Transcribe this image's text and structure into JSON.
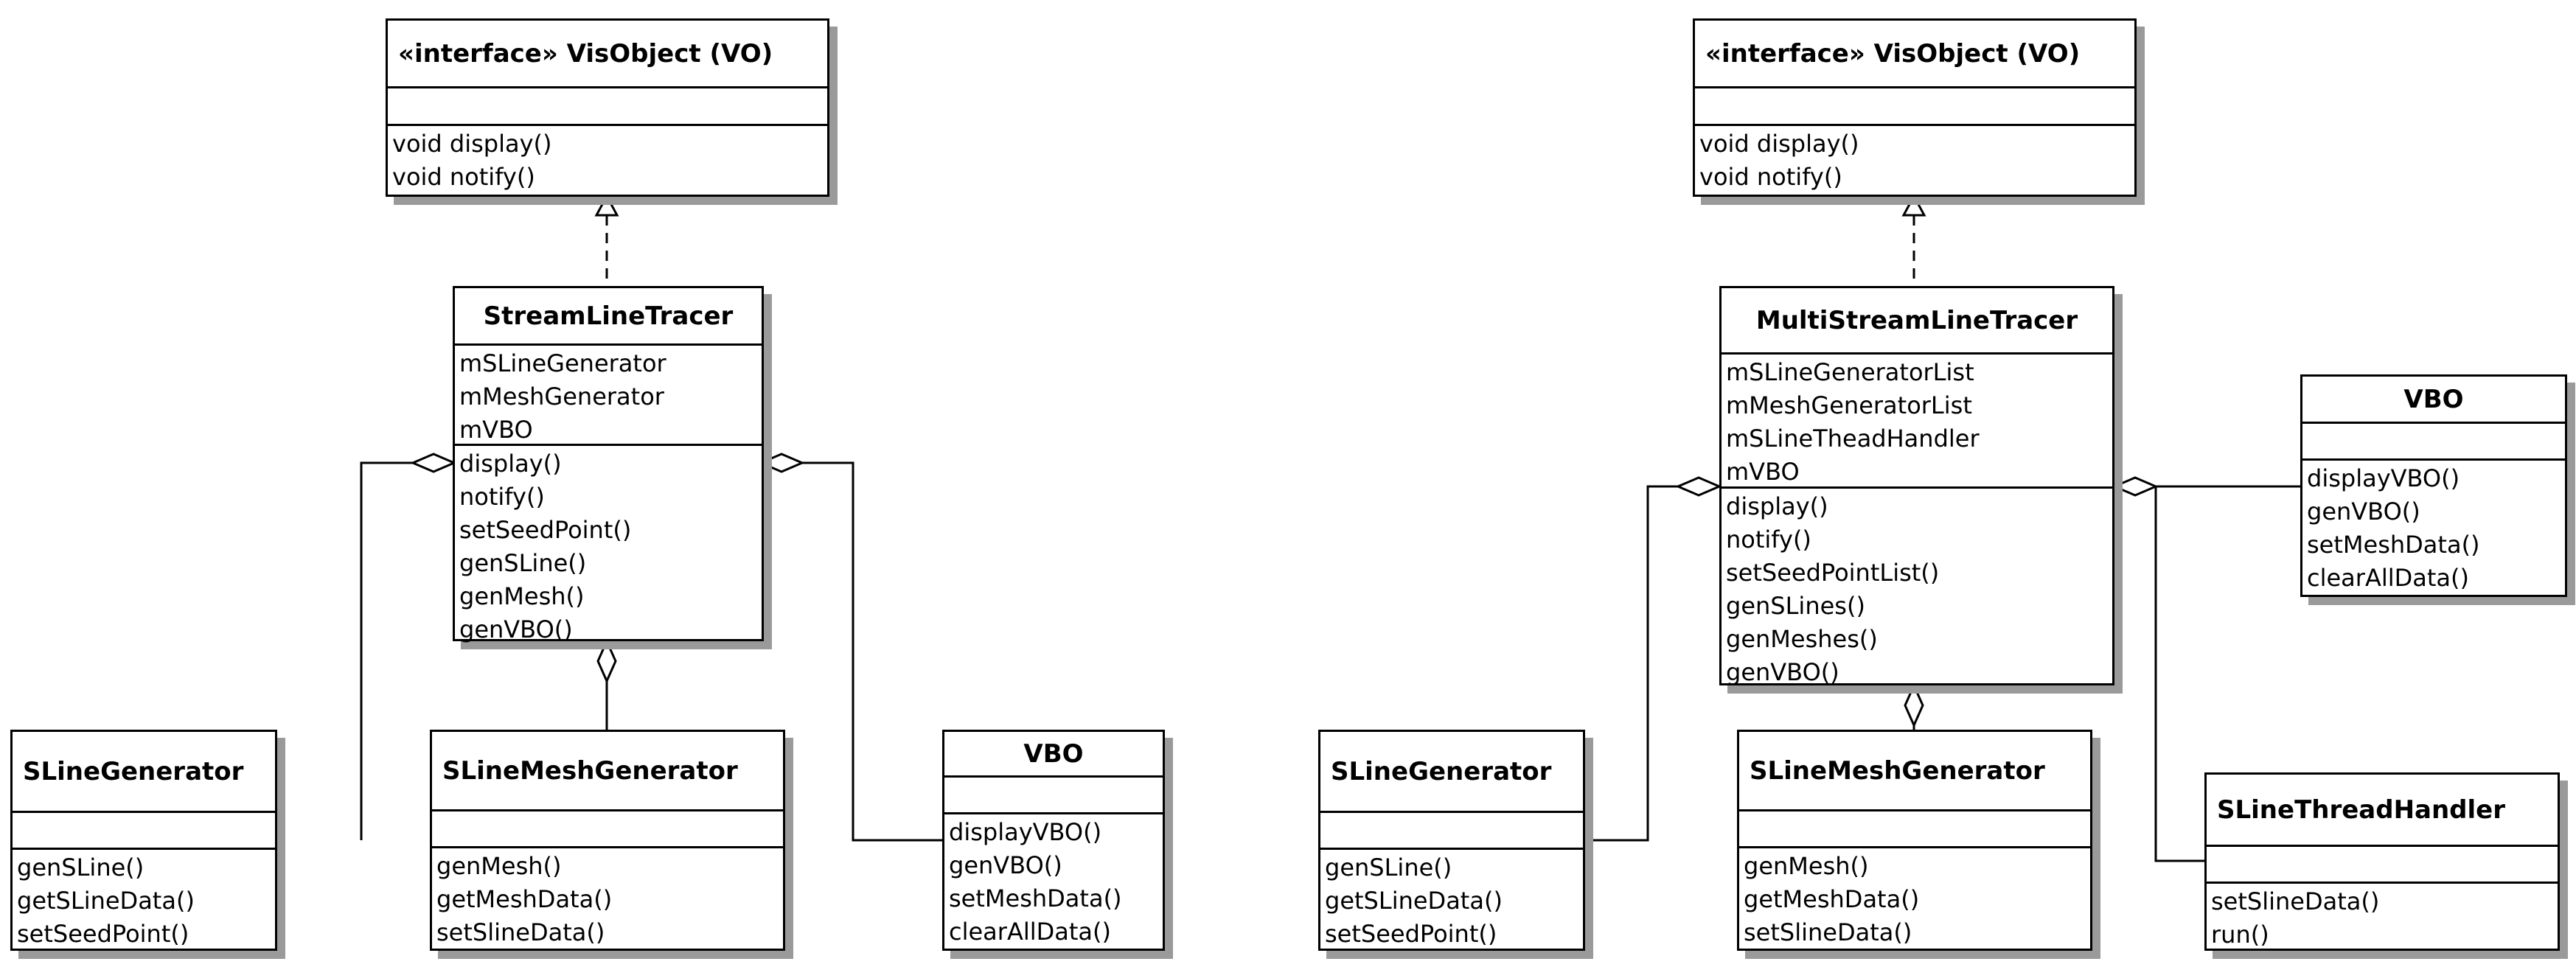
{
  "left": {
    "interface": {
      "title": "«interface» VisObject (VO)",
      "attributes": [],
      "operations": [
        "void display()",
        "void notify()"
      ]
    },
    "tracer": {
      "title": "StreamLineTracer",
      "attributes": [
        "mSLineGenerator",
        "mMeshGenerator",
        "mVBO"
      ],
      "operations": [
        "display()",
        "notify()",
        "setSeedPoint()",
        "genSLine()",
        "genMesh()",
        "genVBO()"
      ]
    },
    "sline_generator": {
      "title": "SLineGenerator",
      "attributes": [],
      "operations": [
        "genSLine()",
        "getSLineData()",
        "setSeedPoint()"
      ]
    },
    "mesh_generator": {
      "title": "SLineMeshGenerator",
      "attributes": [],
      "operations": [
        "genMesh()",
        "getMeshData()",
        "setSlineData()"
      ]
    },
    "vbo": {
      "title": "VBO",
      "attributes": [],
      "operations": [
        "displayVBO()",
        "genVBO()",
        "setMeshData()",
        "clearAllData()"
      ]
    }
  },
  "right": {
    "interface": {
      "title": "«interface» VisObject (VO)",
      "attributes": [],
      "operations": [
        "void display()",
        "void notify()"
      ]
    },
    "tracer": {
      "title": "MultiStreamLineTracer",
      "attributes": [
        "mSLineGeneratorList",
        "mMeshGeneratorList",
        "mSLineTheadHandler",
        "mVBO"
      ],
      "operations": [
        "display()",
        "notify()",
        "setSeedPointList()",
        "genSLines()",
        "genMeshes()",
        "genVBO()"
      ]
    },
    "sline_generator": {
      "title": "SLineGenerator",
      "attributes": [],
      "operations": [
        "genSLine()",
        "getSLineData()",
        "setSeedPoint()"
      ]
    },
    "mesh_generator": {
      "title": "SLineMeshGenerator",
      "attributes": [],
      "operations": [
        "genMesh()",
        "getMeshData()",
        "setSlineData()"
      ]
    },
    "vbo": {
      "title": "VBO",
      "attributes": [],
      "operations": [
        "displayVBO()",
        "genVBO()",
        "setMeshData()",
        "clearAllData()"
      ]
    },
    "thread_handler": {
      "title": "SLineThreadHandler",
      "attributes": [],
      "operations": [
        "setSlineData()",
        "run()"
      ]
    }
  }
}
